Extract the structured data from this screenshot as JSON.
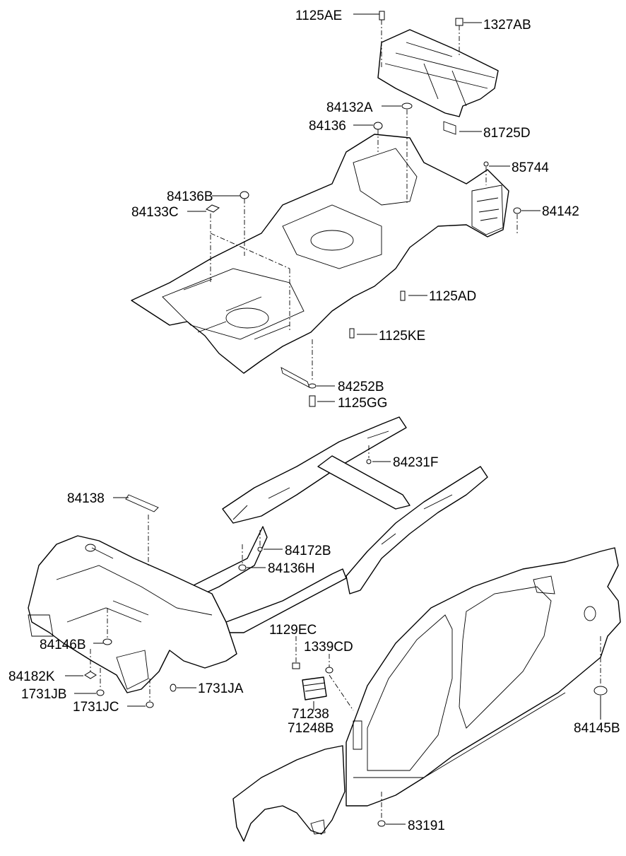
{
  "diagram": {
    "part_numbers": [
      "1125AE",
      "1327AB",
      "84132A",
      "84136",
      "81725D",
      "85744",
      "84136B",
      "84133C",
      "84142",
      "1125AD",
      "1125KE",
      "84252B",
      "1125GG",
      "84231F",
      "84138",
      "84172B",
      "84136H",
      "84146B",
      "1129EC",
      "1339CD",
      "84182K",
      "1731JA",
      "1731JB",
      "1731JC",
      "71238",
      "71248B",
      "84145B",
      "83191"
    ]
  }
}
